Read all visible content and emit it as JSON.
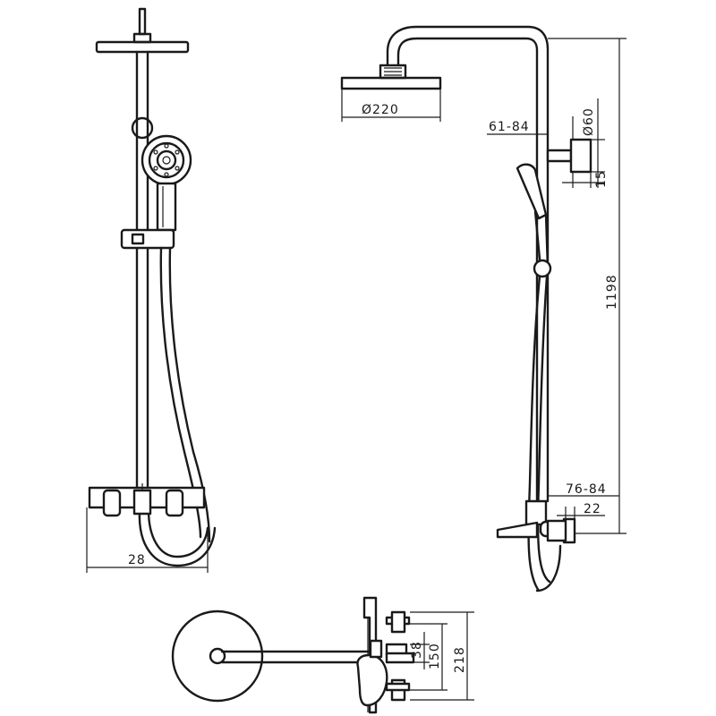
{
  "dimensions": {
    "width_front": "28",
    "head_diameter": "Ø220",
    "arm_projection": "61-84",
    "bracket_diameter": "Ø60",
    "bracket_depth": "15",
    "total_height": "1198",
    "mixer_projection": "76-84",
    "mixer_offset": "22",
    "inlet_spacing_small": "38",
    "inlet_spacing_mid": "150",
    "overall_depth": "218"
  }
}
